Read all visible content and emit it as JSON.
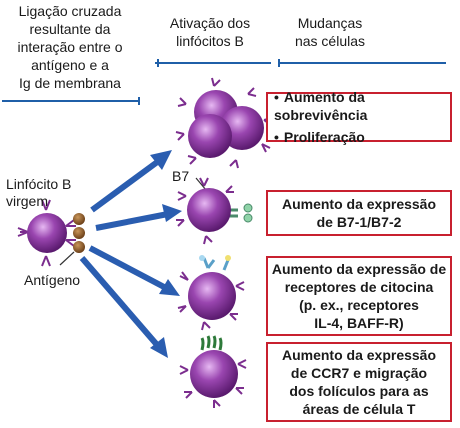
{
  "headers": {
    "col1": [
      "Ligação cruzada",
      "resultante da",
      "interação entre o",
      "antígeno e a",
      "Ig de membrana"
    ],
    "col2": [
      "Ativação dos",
      "linfócitos B"
    ],
    "col3": [
      "Mudanças",
      "nas células"
    ]
  },
  "labels": {
    "naive_b": [
      "Linfócito B",
      "virgem"
    ],
    "antigen": "Antígeno",
    "b7": "B7"
  },
  "outcomes": [
    {
      "type": "bullets",
      "lines": [
        "Aumento da sobrevivência",
        "Proliferação"
      ]
    },
    {
      "type": "text",
      "lines": [
        "Aumento da expressão",
        "de B7-1/B7-2"
      ]
    },
    {
      "type": "text",
      "lines": [
        "Aumento da expressão de",
        "receptores de citocina",
        "(p. ex., receptores",
        "IL-4, BAFF-R)"
      ]
    },
    {
      "type": "text",
      "lines": [
        "Aumento da expressão",
        "de CCR7 e migração",
        "dos folículos para as",
        "áreas de célula T"
      ]
    }
  ],
  "colors": {
    "cell_purple": "#7b2d8e",
    "cell_highlight": "#d9a8e8",
    "arrow_blue": "#2a5db0",
    "box_border": "#c8202f",
    "antigen_brown": "#8a5a2b"
  }
}
